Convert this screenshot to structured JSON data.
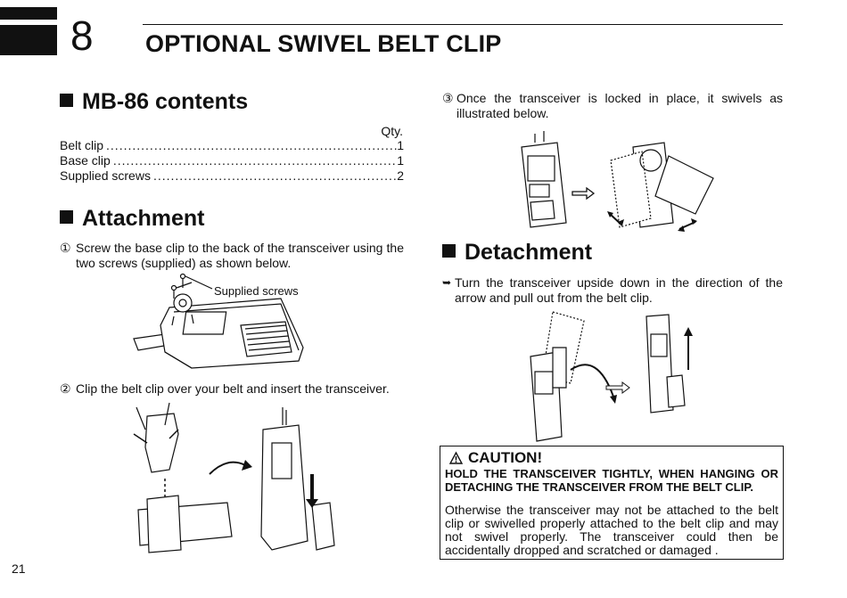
{
  "chapter": {
    "number": "8",
    "title": "OPTIONAL SWIVEL BELT CLIP"
  },
  "page_number": "21",
  "contents": {
    "heading": "MB-86 contents",
    "qty_label": "Qty.",
    "items": [
      {
        "name": "Belt clip",
        "qty": "1"
      },
      {
        "name": "Base clip",
        "qty": "1"
      },
      {
        "name": "Supplied screws",
        "qty": "2"
      }
    ]
  },
  "attachment": {
    "heading": "Attachment",
    "step1_num": "①",
    "step1_text": "Screw the base clip to the back of the transceiver using the two screws (supplied) as shown below.",
    "callout": "Supplied screws",
    "step2_num": "②",
    "step2_text": "Clip the belt clip over your belt and insert the transceiver."
  },
  "step3": {
    "num": "③",
    "text": "Once the transceiver is locked in place, it swivels as illustrated below."
  },
  "detachment": {
    "heading": "Detachment",
    "bullet": "➥",
    "text": "Turn the transceiver upside down in the direction of the arrow and pull out from the belt clip."
  },
  "caution": {
    "icon": "warning-triangle-icon",
    "title": "CAUTION!",
    "bold_text": "HOLD THE TRANSCEIVER TIGHTLY, WHEN HANGING OR DETACHING THE TRANSCEIVER FROM THE BELT CLIP.",
    "text": "Otherwise the transceiver may not be attached to the belt clip or swivelled properly attached to the belt clip and may not swivel properly. The transceiver could then be accidentally dropped and scratched or damaged ."
  }
}
